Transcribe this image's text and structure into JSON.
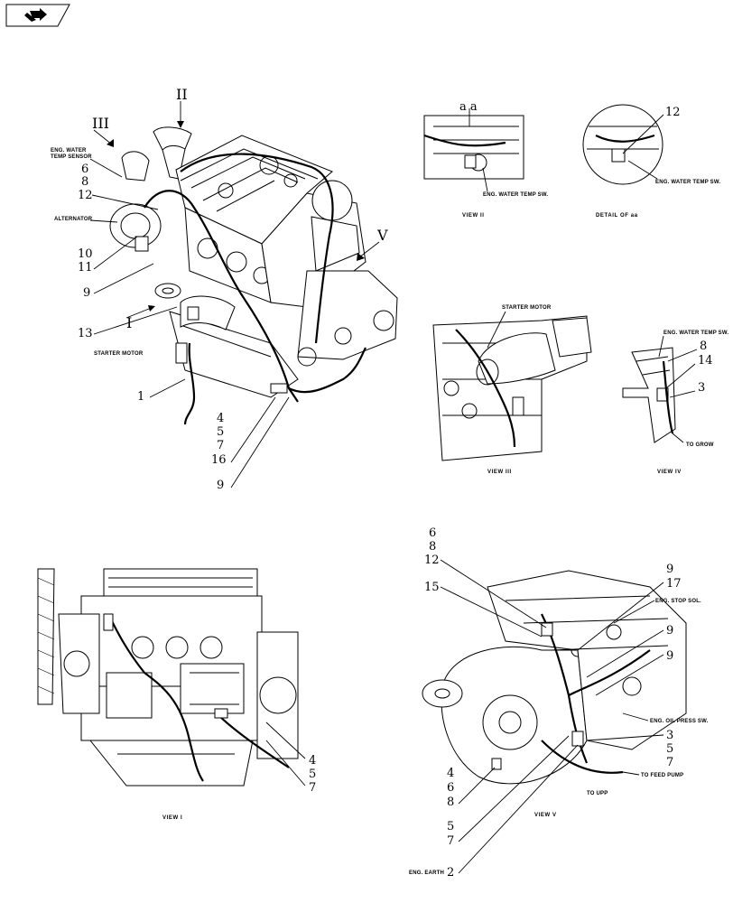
{
  "nav": {
    "icon": "back-arrow-icon"
  },
  "main_view": {
    "roman_labels": {
      "II": "II",
      "III": "III",
      "I": "I",
      "V": "V"
    },
    "labels": {
      "water_temp_1": "ENG. WATER",
      "water_temp_2": "TEMP SENSOR",
      "alternator": "ALTERNATOR",
      "starter_motor": "STARTER MOTOR"
    },
    "numbers": [
      "6",
      "8",
      "12",
      "10",
      "11",
      "9",
      "13",
      "1",
      "4",
      "5",
      "7",
      "16",
      "9"
    ]
  },
  "view_ii": {
    "title": "VIEW II",
    "detail_mark": "a a",
    "label": "ENG. WATER TEMP SW."
  },
  "detail_aa": {
    "title": "DETAIL OF aa",
    "number": "12",
    "label": "ENG. WATER TEMP SW."
  },
  "view_iii": {
    "title": "VIEW III",
    "label": "STARTER MOTOR"
  },
  "view_iv": {
    "title": "VIEW IV",
    "label": "ENG. WATER TEMP SW.",
    "numbers": [
      "8",
      "14",
      "3"
    ],
    "to_label": "TO GROW"
  },
  "view_i": {
    "title": "VIEW I",
    "numbers": [
      "4",
      "5",
      "7"
    ]
  },
  "view_v": {
    "title": "VIEW V",
    "numbers_left": [
      "6",
      "8",
      "12",
      "15"
    ],
    "numbers_right": [
      "9",
      "17",
      "9",
      "9",
      "3",
      "5",
      "7"
    ],
    "numbers_bottom": [
      "4",
      "6",
      "8",
      "5",
      "7",
      "2"
    ],
    "labels": {
      "stop_sol": "ENG. STOP SOL.",
      "oil_press": "ENG. OIL PRESS SW.",
      "feed_pump": "TO FEED PUMP",
      "upp": "TO UPP",
      "earth": "ENG. EARTH"
    }
  }
}
